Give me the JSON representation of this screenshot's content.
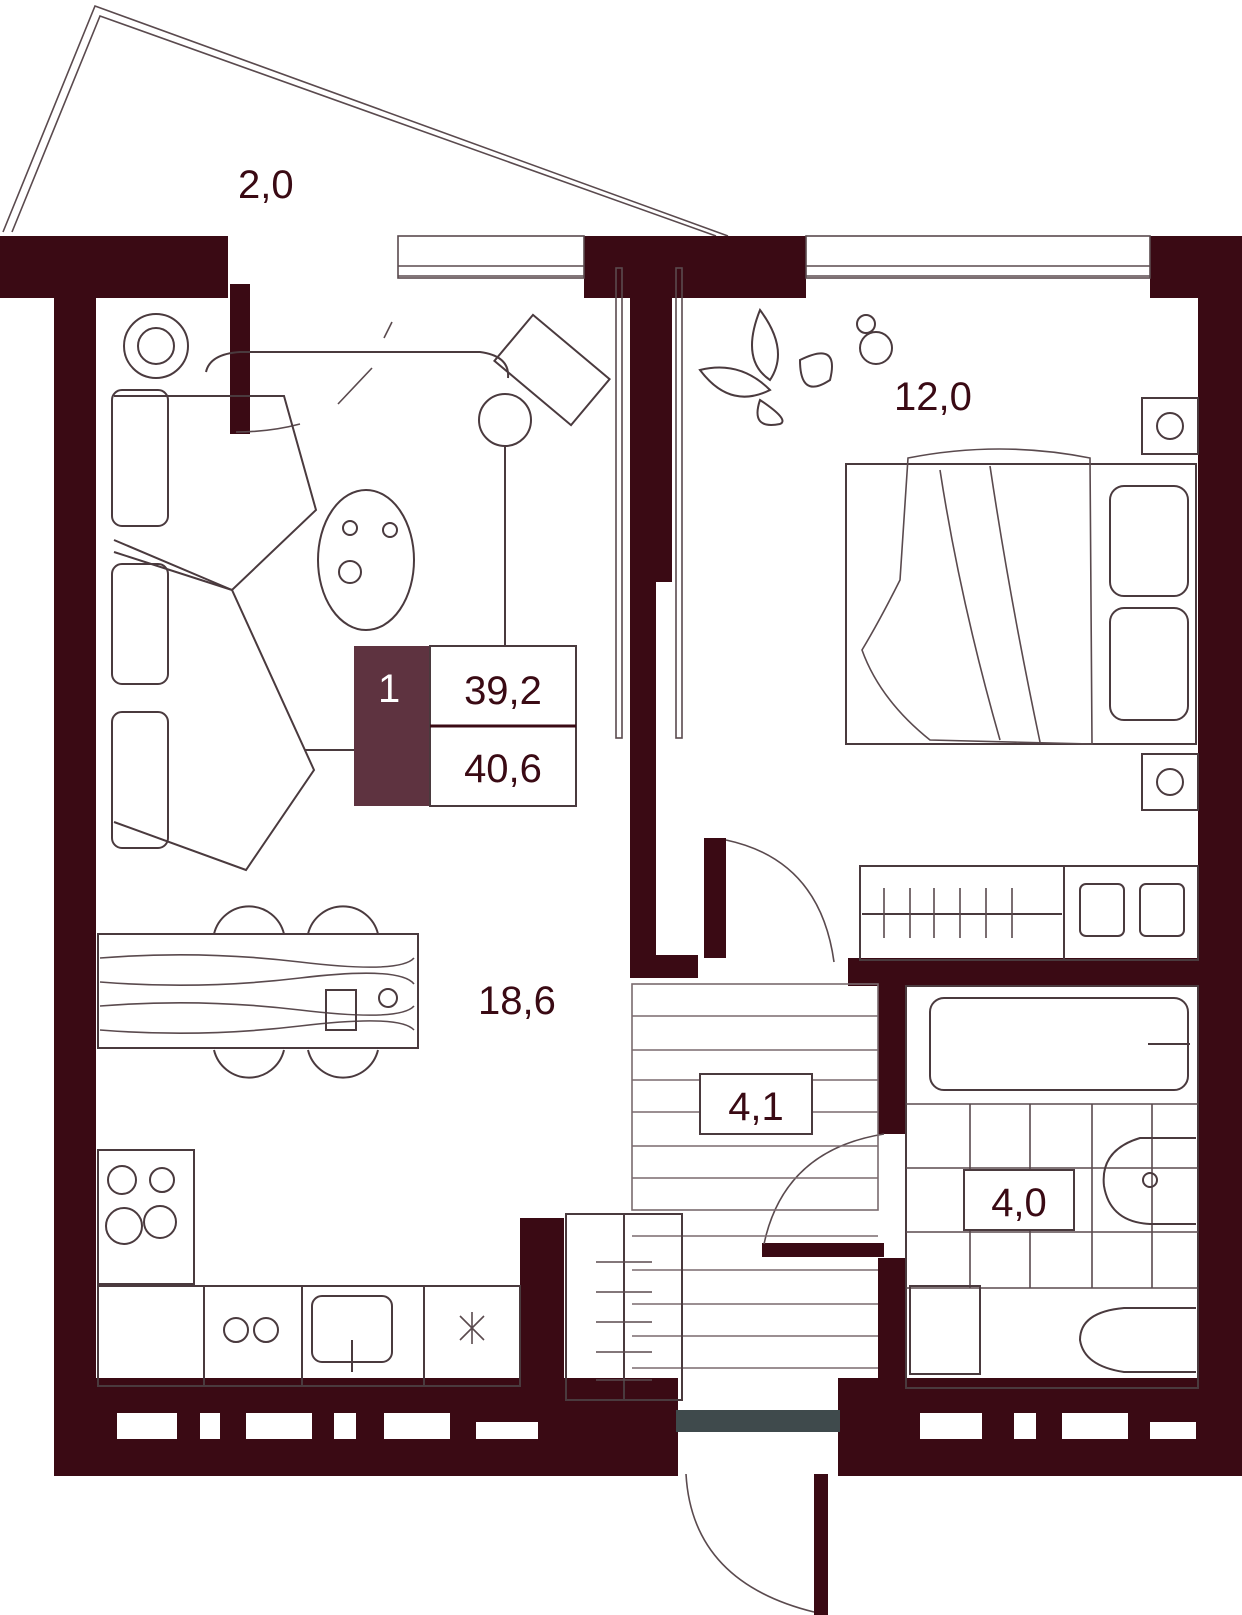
{
  "colors": {
    "wall": "#3a0a14",
    "badge": "#5e3340",
    "line": "#4a3a3e",
    "door_block": "#3f4a4c",
    "background": "#ffffff"
  },
  "badge": {
    "rooms": "1",
    "living_area": "39,2",
    "total_area": "40,6"
  },
  "rooms": {
    "balcony": "2,0",
    "bedroom": "12,0",
    "living_kitchen": "18,6",
    "hallway": "4,1",
    "bathroom": "4,0"
  }
}
